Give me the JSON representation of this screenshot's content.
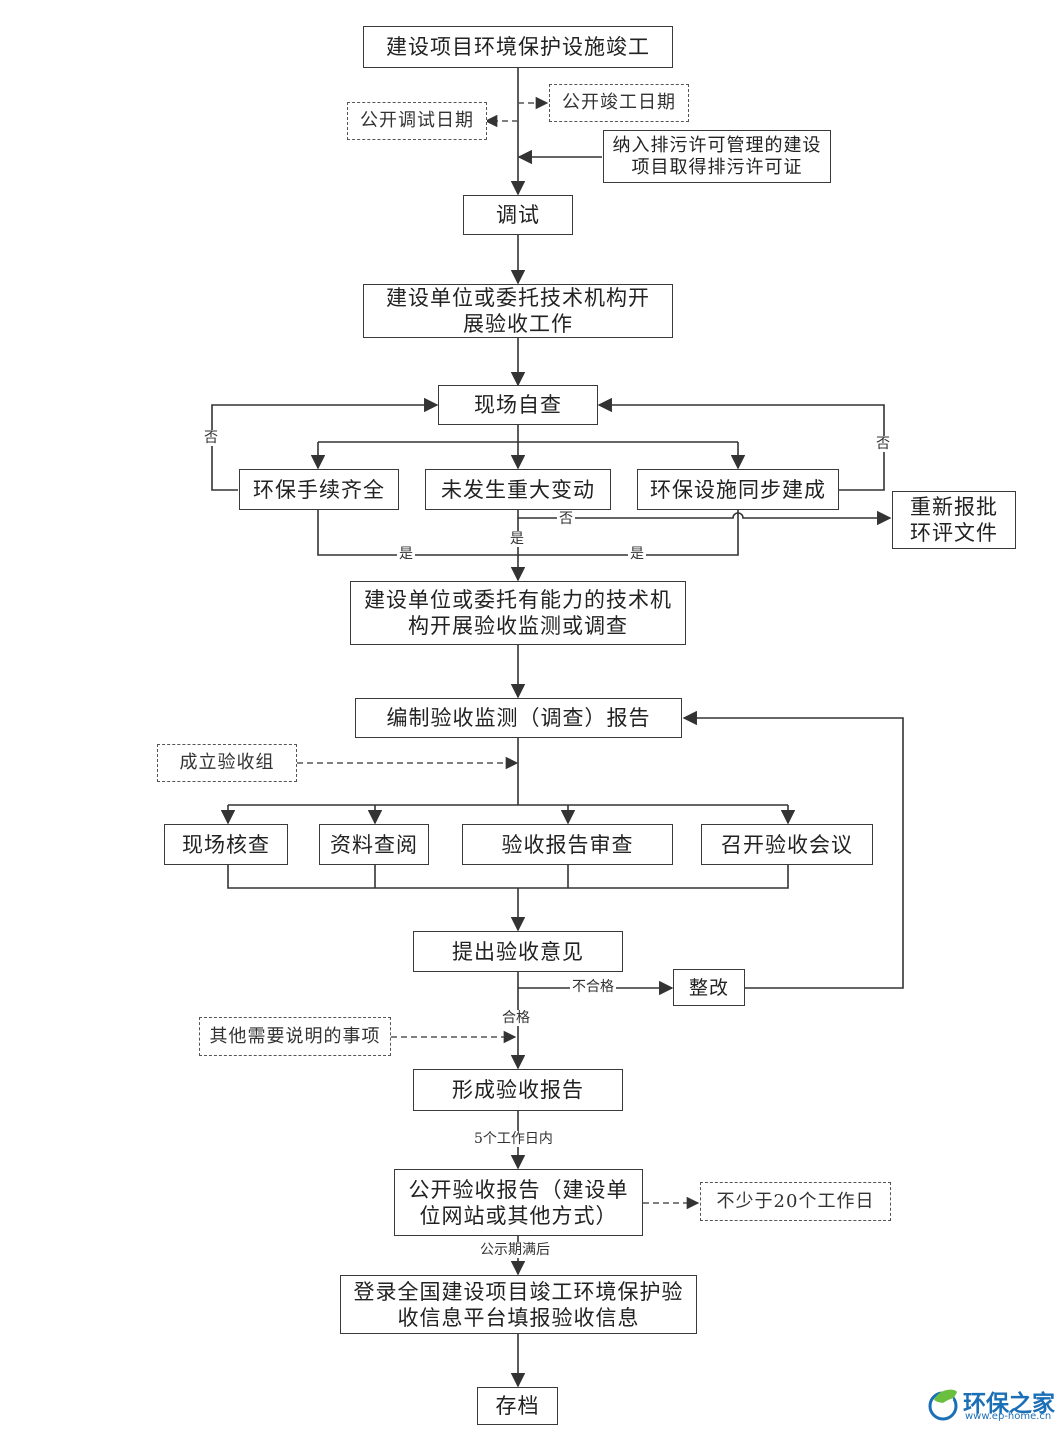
{
  "flowchart": {
    "steps": {
      "completion": "建设项目环境保护设施竣工",
      "public_completion_date": "公开竣工日期",
      "public_debug_date": "公开调试日期",
      "permit": "纳入排污许可管理的建设项目取得排污许可证",
      "debug": "调试",
      "start_acceptance": "建设单位或委托技术机构开展验收工作",
      "self_check": "现场自查",
      "procedures_complete": "环保手续齐全",
      "no_major_change": "未发生重大变动",
      "facilities_synced": "环保设施同步建成",
      "re_approve": "重新报批环评文件",
      "monitoring": "建设单位或委托有能力的技术机构开展验收监测或调查",
      "compile_report": "编制验收监测（调查）报告",
      "form_group": "成立验收组",
      "site_inspection": "现场核查",
      "data_review": "资料查阅",
      "report_review": "验收报告审查",
      "meeting": "召开验收会议",
      "opinion": "提出验收意见",
      "rectify": "整改",
      "other_matters": "其他需要说明的事项",
      "form_report": "形成验收报告",
      "publish_report": "公开验收报告（建设单位网站或其他方式）",
      "min_days": "不少于20个工作日",
      "register": "登录全国建设项目竣工环境保护验收信息平台填报验收信息",
      "archive": "存档"
    },
    "edge_labels": {
      "no_left": "否",
      "no_right": "否",
      "no_middle": "否",
      "yes_left": "是",
      "yes_middle": "是",
      "yes_right": "是",
      "fail": "不合格",
      "pass": "合格",
      "within_days": "5个工作日内",
      "after_notice": "公示期满后"
    }
  },
  "watermark": {
    "name": "环保之家",
    "url": "www.ep-home.cn"
  }
}
